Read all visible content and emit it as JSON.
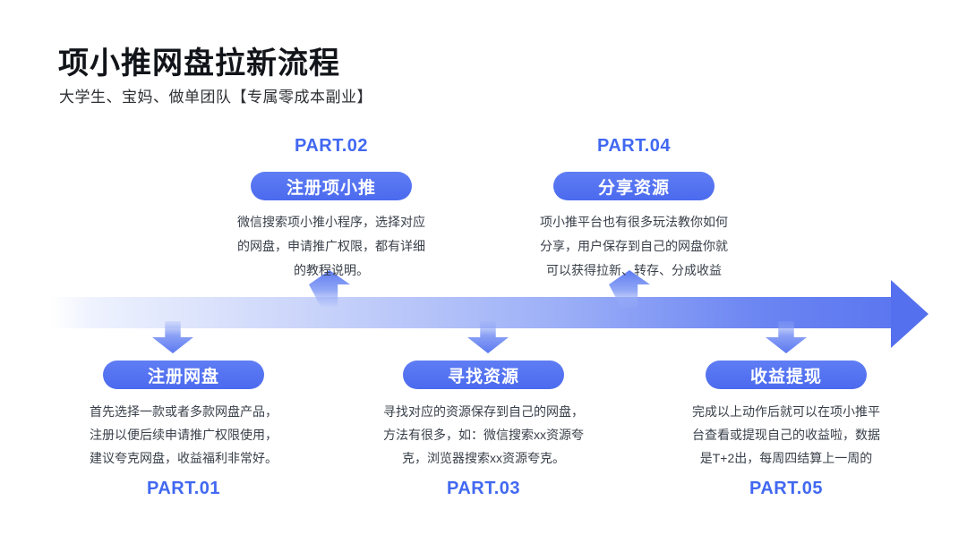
{
  "header": {
    "title": "项小推网盘拉新流程",
    "subtitle": "大学生、宝妈、做单团队【专属零成本副业】"
  },
  "colors": {
    "accent_blue": "#5272f0",
    "part_label_blue": "#4168f1",
    "timeline_gradient_end": "#5c77f0",
    "pill_text": "#ffffff",
    "description_text": "#39404a",
    "title_text": "#111418"
  },
  "steps": [
    {
      "part": "PART.01",
      "label": "注册网盘",
      "desc": "首先选择一款或者多款网盘产品，\n注册以便后续申请推广权限使用，\n建议夸克网盘，收益福利非常好。"
    },
    {
      "part": "PART.02",
      "label": "注册项小推",
      "desc": "微信搜索项小推小程序，选择对应\n的网盘，申请推广权限，都有详细\n的教程说明。"
    },
    {
      "part": "PART.03",
      "label": "寻找资源",
      "desc": "寻找对应的资源保存到自己的网盘，\n方法有很多，如：微信搜索xx资源夸\n克，浏览器搜索xx资源夸克。"
    },
    {
      "part": "PART.04",
      "label": "分享资源",
      "desc": "项小推平台也有很多玩法教你如何\n分享，用户保存到自己的网盘你就\n可以获得拉新、转存、分成收益"
    },
    {
      "part": "PART.05",
      "label": "收益提现",
      "desc": "完成以上动作后就可以在项小推平\n台查看或提现自己的收益啦，数据\n是T+2出，每周四结算上一周的"
    }
  ]
}
